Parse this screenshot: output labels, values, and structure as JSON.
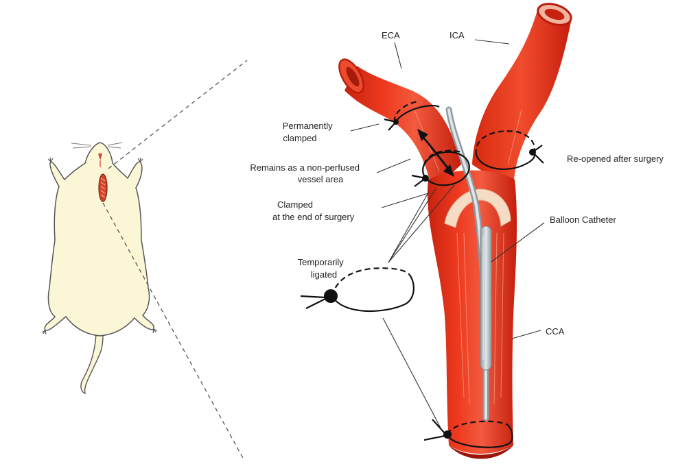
{
  "labels": {
    "eca": "ECA",
    "ica": "ICA",
    "permanently_clamped_1": "Permanently",
    "permanently_clamped_2": "clamped",
    "non_perfused_1": "Remains as a non-perfused",
    "non_perfused_2": "vessel area",
    "clamped_end_1": "Clamped",
    "clamped_end_2": "at the end of surgery",
    "reopened": "Re-opened after surgery",
    "balloon_catheter": "Balloon Catheter",
    "temporarily_ligated_1": "Temporarily",
    "temporarily_ligated_2": "ligated",
    "cca": "CCA"
  },
  "colors": {
    "vessel": "#e8341c",
    "vessel_dark": "#b81d0c",
    "vessel_light": "#f7705a",
    "rat_body": "#fbf6d5",
    "incision": "#d8432c",
    "catheter": "#b9c3c8"
  }
}
